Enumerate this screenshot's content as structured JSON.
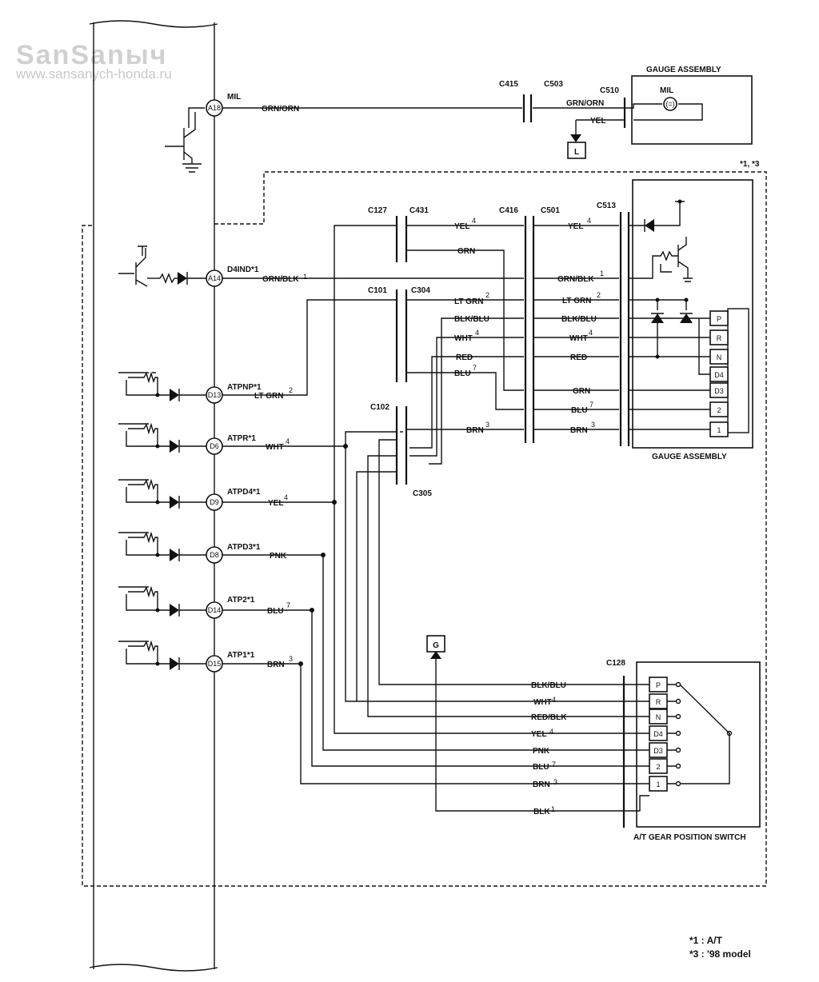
{
  "watermark": {
    "brand": "SanSanыч",
    "url": "www.sansanych-honda.ru"
  },
  "connectors": {
    "c415": "C415",
    "c503": "C503",
    "c510": "C510",
    "c127": "C127",
    "c431": "C431",
    "c416": "C416",
    "c501": "C501",
    "c513": "C513",
    "c101": "C101",
    "c304": "C304",
    "c102": "C102",
    "c305": "C305",
    "c128": "C128"
  },
  "headings": {
    "gauge_top": "GAUGE ASSEMBLY",
    "gauge_mid": "GAUGE ASSEMBLY",
    "switch": "A/T GEAR POSITION SWITCH",
    "mil_lamp": "MIL",
    "optional_mark": "*1, *3",
    "lamp_glyph": "(=)"
  },
  "grounds": {
    "L": "L",
    "G": "G"
  },
  "terminals": {
    "a18": {
      "pin": "A18",
      "name": "MIL"
    },
    "a14": {
      "pin": "A14",
      "name": "D4IND*1"
    },
    "d13": {
      "pin": "D13",
      "name": "ATPNP*1"
    },
    "d6": {
      "pin": "D6",
      "name": "ATPR*1"
    },
    "d9": {
      "pin": "D9",
      "name": "ATPD4*1"
    },
    "d8": {
      "pin": "D8",
      "name": "ATPD3*1"
    },
    "d14": {
      "pin": "D14",
      "name": "ATP2*1"
    },
    "d15": {
      "pin": "D15",
      "name": "ATP1*1"
    }
  },
  "wires": {
    "mil_out": "GRN/ORN",
    "gauge_grn_orn": "GRN/ORN",
    "gauge_yel": "YEL",
    "a14_out": "GRN/BLK",
    "d13_out": "LT GRN",
    "d6_out": "WHT",
    "d9_out": "YEL",
    "d8_out": "PNK",
    "d14_out": "BLU",
    "d15_out": "BRN",
    "c431_yel": "YEL",
    "c431_grn": "GRN",
    "c304_ltgrn": "LT GRN",
    "c304_blkblu": "BLK/BLU",
    "c304_wht": "WHT",
    "c304_red": "RED",
    "c304_blu": "BLU",
    "c305_brn": "BRN",
    "g_yel": "YEL",
    "g_grnblk": "GRN/BLK",
    "g_ltgrn": "LT GRN",
    "g_blkblu": "BLK/BLU",
    "g_wht": "WHT",
    "g_red": "RED",
    "g_grn": "GRN",
    "g_blu": "BLU",
    "g_brn": "BRN",
    "s_blkblu": "BLK/BLU",
    "s_wht": "WHT",
    "s_redblk": "RED/BLK",
    "s_yel": "YEL",
    "s_pnk": "PNK",
    "s_blu": "BLU",
    "s_brn": "BRN",
    "s_blk": "BLK"
  },
  "superscripts": {
    "one": "1",
    "two": "2",
    "three": "3",
    "four": "4",
    "seven": "7"
  },
  "gauge_positions": [
    "P",
    "R",
    "N",
    "D4",
    "D3",
    "2",
    "1"
  ],
  "switch_positions": [
    "P",
    "R",
    "N",
    "D4",
    "D3",
    "2",
    "1"
  ],
  "notes": {
    "note1": "*1 : A/T",
    "note3": "*3 : '98 model"
  }
}
